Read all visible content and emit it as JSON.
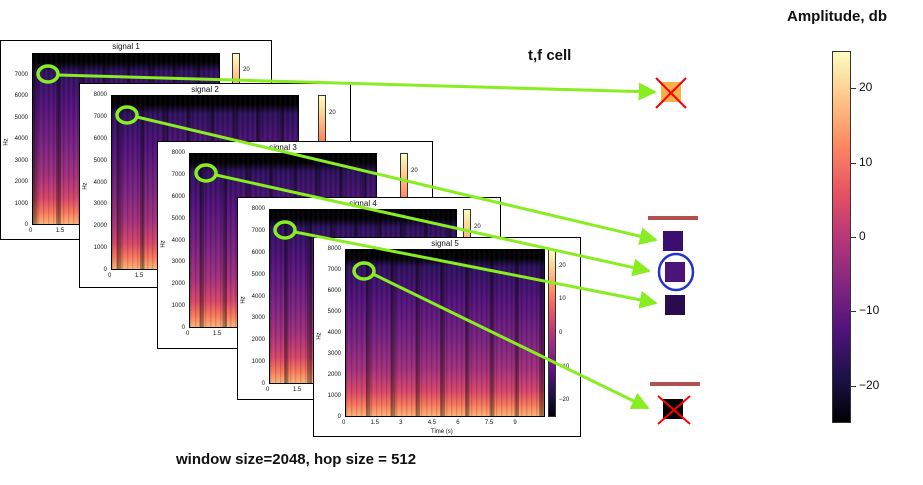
{
  "header": {
    "tf_cell_label": "t,f cell",
    "amplitude_label": "Amplitude, db",
    "window_caption": "window size=2048, hop size = 512"
  },
  "panels": [
    {
      "title": "signal 1",
      "y_ticks": [
        "7000",
        "6000",
        "5000",
        "4000",
        "3000",
        "2000",
        "1000",
        "0"
      ],
      "x_ticks": [
        "0",
        "1.5"
      ],
      "ylabel": "Hz",
      "cbar_ticks": [
        "20"
      ]
    },
    {
      "title": "signal 2",
      "y_ticks": [
        "8000",
        "7000",
        "6000",
        "5000",
        "4000",
        "3000",
        "2000",
        "1000",
        "0"
      ],
      "x_ticks": [
        "0",
        "1.5"
      ],
      "ylabel": "Hz",
      "cbar_ticks": [
        "20"
      ]
    },
    {
      "title": "signal 3",
      "y_ticks": [
        "8000",
        "7000",
        "6000",
        "5000",
        "4000",
        "3000",
        "2000",
        "1000",
        "0"
      ],
      "x_ticks": [
        "0",
        "1.5"
      ],
      "ylabel": "Hz",
      "cbar_ticks": [
        "20"
      ]
    },
    {
      "title": "signal 4",
      "y_ticks": [
        "8000",
        "7000",
        "6000",
        "5000",
        "4000",
        "3000",
        "2000",
        "1000",
        "0"
      ],
      "x_ticks": [
        "0",
        "1.5"
      ],
      "ylabel": "Hz",
      "cbar_ticks": [
        "20"
      ]
    },
    {
      "title": "signal 5",
      "y_ticks": [
        "8000",
        "7000",
        "6000",
        "5000",
        "4000",
        "3000",
        "2000",
        "1000",
        "0"
      ],
      "x_ticks": [
        "0",
        "1.5",
        "3",
        "4.5",
        "6",
        "7.5",
        "9"
      ],
      "ylabel": "Hz",
      "xlabel": "Time (s)",
      "cbar_ticks": [
        "20",
        "10",
        "0",
        "−10",
        "−20"
      ]
    }
  ],
  "colorbar": {
    "ticks": [
      "20",
      "10",
      "0",
      "−10",
      "−20"
    ]
  },
  "colors": {
    "arrow": "#88ee22",
    "circle_blue": "#2233cc",
    "separator": "#b05050",
    "cross": "#ff0000",
    "cell_1": "#f6b24a",
    "cell_2": "#3b0f70",
    "cell_3": "#4a1478",
    "cell_4": "#2a0b4f",
    "cell_5": "#000000"
  }
}
